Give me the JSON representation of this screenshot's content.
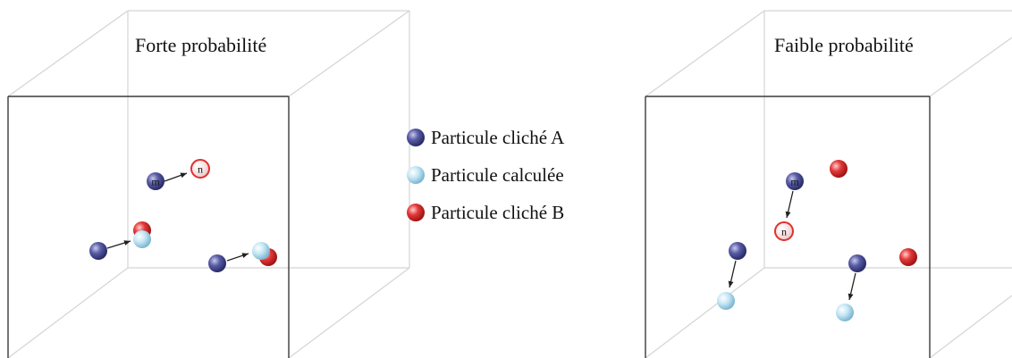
{
  "colors": {
    "particle_a": "#4a4d99",
    "particle_calc": "#bfe3f3",
    "particle_b": "#e03030",
    "box_front": "#3a3a3a",
    "box_back": "#cccccc"
  },
  "panels": [
    {
      "title": "Forte probabilité",
      "label_m": "m",
      "label_n": "n"
    },
    {
      "title": "Faible probabilité",
      "label_m": "m",
      "label_n": "n"
    }
  ],
  "legend": [
    {
      "label": "Particule cliché A",
      "kind": "a"
    },
    {
      "label": "Particule calculée",
      "kind": "calc"
    },
    {
      "label": "Particule cliché B",
      "kind": "b"
    }
  ]
}
